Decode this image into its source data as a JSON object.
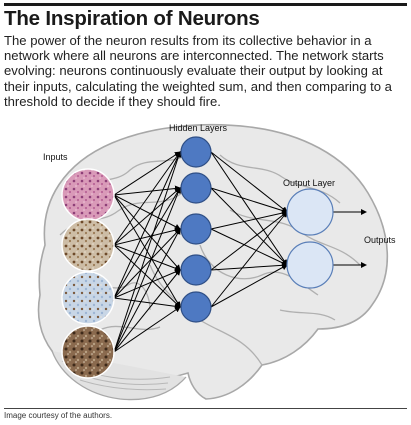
{
  "title": "The Inspiration of Neurons",
  "intro": "The power of the neuron results from its collective behavior in a network where all neurons are interconnected. The network starts evolving: neurons continuously evaluate their output by looking at their inputs, calculating the weighted sum, and then comparing to a threshold to decide if they should fire.",
  "labels": {
    "inputs": "Inputs",
    "hidden": "Hidden Layers",
    "output_layer": "Output Layer",
    "outputs": "Outputs"
  },
  "credit": "Image courtesy of the authors.",
  "colors": {
    "hidden_node": "#4e79c2",
    "output_node": "#dbe6f5",
    "brain_fill": "#e9e9e9",
    "brain_line": "#a8a8a8"
  }
}
